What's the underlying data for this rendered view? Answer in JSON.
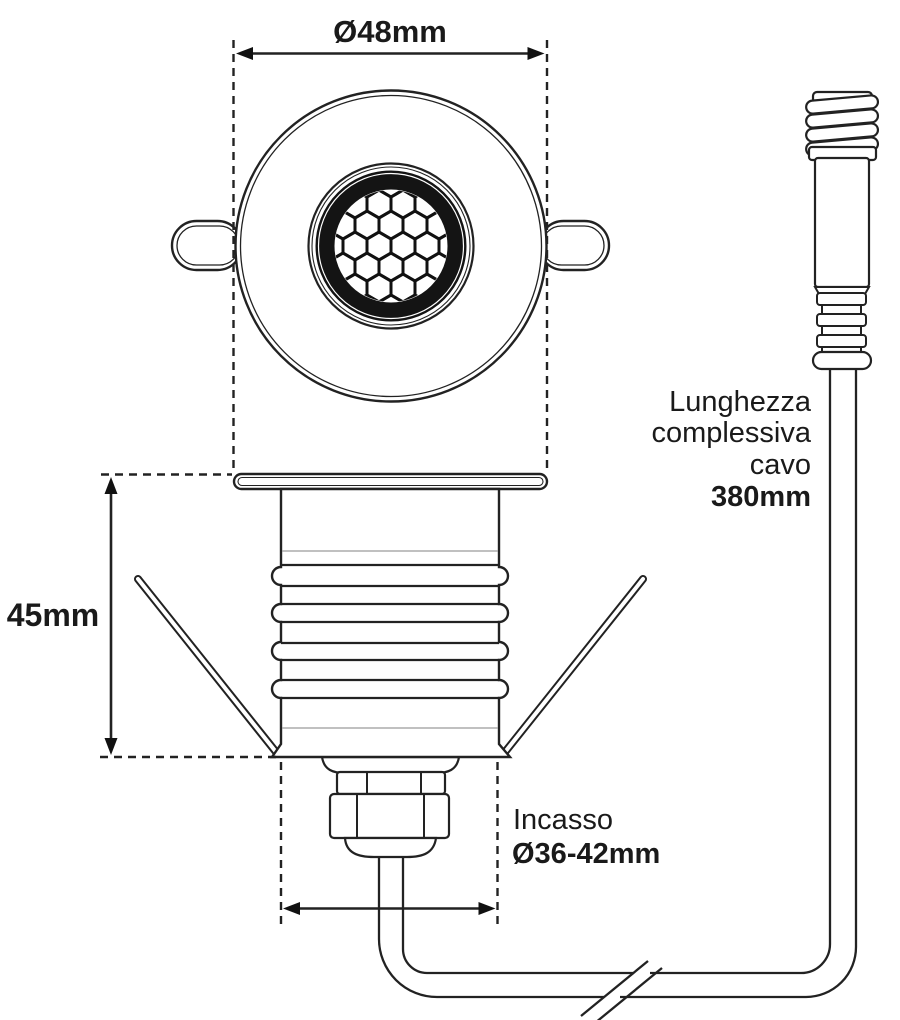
{
  "drawing": {
    "colors": {
      "background": "#ffffff",
      "line": "#222222",
      "text": "#1a1a1a",
      "lens_ring": "#141414"
    },
    "dimensions": {
      "diameter": {
        "label": "Ø48mm"
      },
      "height": {
        "label": "45mm"
      },
      "recess": {
        "title": "Incasso",
        "value": "Ø36-42mm"
      },
      "cable": {
        "lines": [
          "Lunghezza",
          "complessiva",
          "cavo"
        ],
        "value": "380mm"
      }
    }
  }
}
